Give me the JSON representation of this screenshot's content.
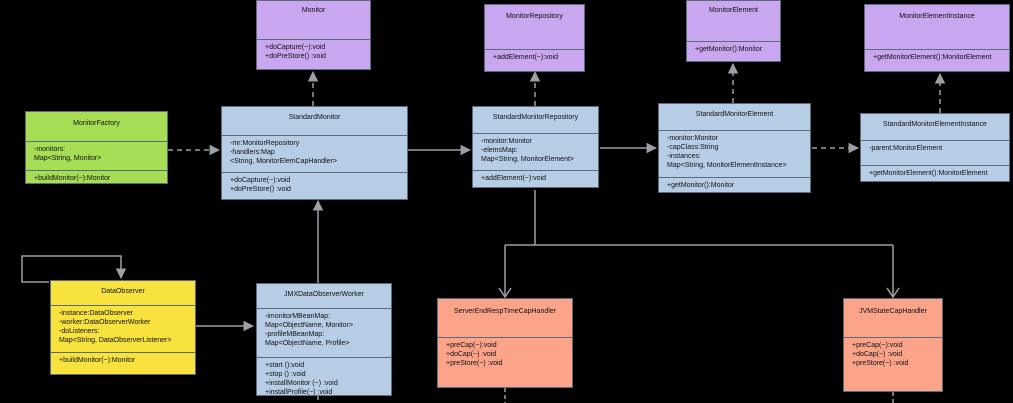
{
  "classes": {
    "monitor": {
      "name": "Monitor",
      "attributes": [],
      "operations": [
        "+doCapture(~):void",
        "+doPreStore() :void"
      ]
    },
    "monitor_repository": {
      "name": "MonitorRepository",
      "attributes": [],
      "operations": [
        "+addElement(~):void"
      ]
    },
    "monitor_element": {
      "name": "MonitorElement",
      "attributes": [],
      "operations": [
        "+getMonitor():Monitor"
      ]
    },
    "monitor_element_instance": {
      "name": "MonitorElementInstance",
      "attributes": [],
      "operations": [
        "+getMonitorElement():MonitorElement"
      ]
    },
    "monitor_factory": {
      "name": "MonitorFactory",
      "attributes": [
        "-monitors:",
        "Map<String, Monitor>"
      ],
      "operations": [
        "+buildMonitor(~):Monitor"
      ]
    },
    "standard_monitor": {
      "name": "StandardMonitor",
      "attributes": [
        "-mr:MonitorRepository",
        "-handlers:Map",
        "<String, MonitorElemCapHandler>"
      ],
      "operations": [
        "+doCapture(~):void",
        "+doPreStore() :void"
      ]
    },
    "standard_monitor_repository": {
      "name": "StandardMonitorRepository",
      "attributes": [
        "-monitor:Monitor",
        "-elemsMap:",
        "Map<String, MonitorElement>"
      ],
      "operations": [
        "+addElement(~):void"
      ]
    },
    "standard_monitor_element": {
      "name": "StandardMonitorElement",
      "attributes": [
        "-monitor:Monitor",
        "-capClass:String",
        "-instances:",
        "Map<String, MonitorElementInstance>"
      ],
      "operations": [
        "+getMonitor():Monitor"
      ]
    },
    "standard_monitor_element_instance": {
      "name": "StandardMonitorElementInstance",
      "attributes": [
        "-parent:MonitorElement"
      ],
      "operations": [
        "+getMonitorElement():MonitorElement"
      ]
    },
    "data_observer": {
      "name": "DataObserver",
      "attributes": [
        "-instance:DataObserver",
        "-worker:DataObserverWorker",
        "-doListeners:",
        "Map<String, DataObserverListener>"
      ],
      "operations": [
        "+buildMonitor(~):Monitor"
      ]
    },
    "jmx_data_observer_worker": {
      "name": "JMXDataObserverWorker",
      "attributes": [
        "-imonitorMBeanMap:",
        "Map<ObjectName, Monitor>",
        "-profileMBeanMap:",
        "Map<ObjectName, Profile>"
      ],
      "operations": [
        "+start ():void",
        "+stop () :void",
        "+installMonitor (~) :void",
        "+installProfile(~) :void"
      ]
    },
    "server_end_resp_time_cap_handler": {
      "name": "ServerEndRespTimeCapHandler",
      "attributes": [],
      "operations": [
        "+preCap(~):void",
        "+doCap(~) :void",
        "+preStore(~) :void"
      ]
    },
    "jvm_state_cap_handler": {
      "name": "JVMStateCapHandler",
      "attributes": [],
      "operations": [
        "+preCap(~):void",
        "+doCap(~) :void",
        "+preStore(~) :void"
      ]
    }
  },
  "colors": {
    "interface": "#c9a6f0",
    "implementation": "#b7cde6",
    "factory": "#a6dd54",
    "observer": "#f7e23e",
    "handler": "#fba48a",
    "connector": "#9aa0a6"
  }
}
